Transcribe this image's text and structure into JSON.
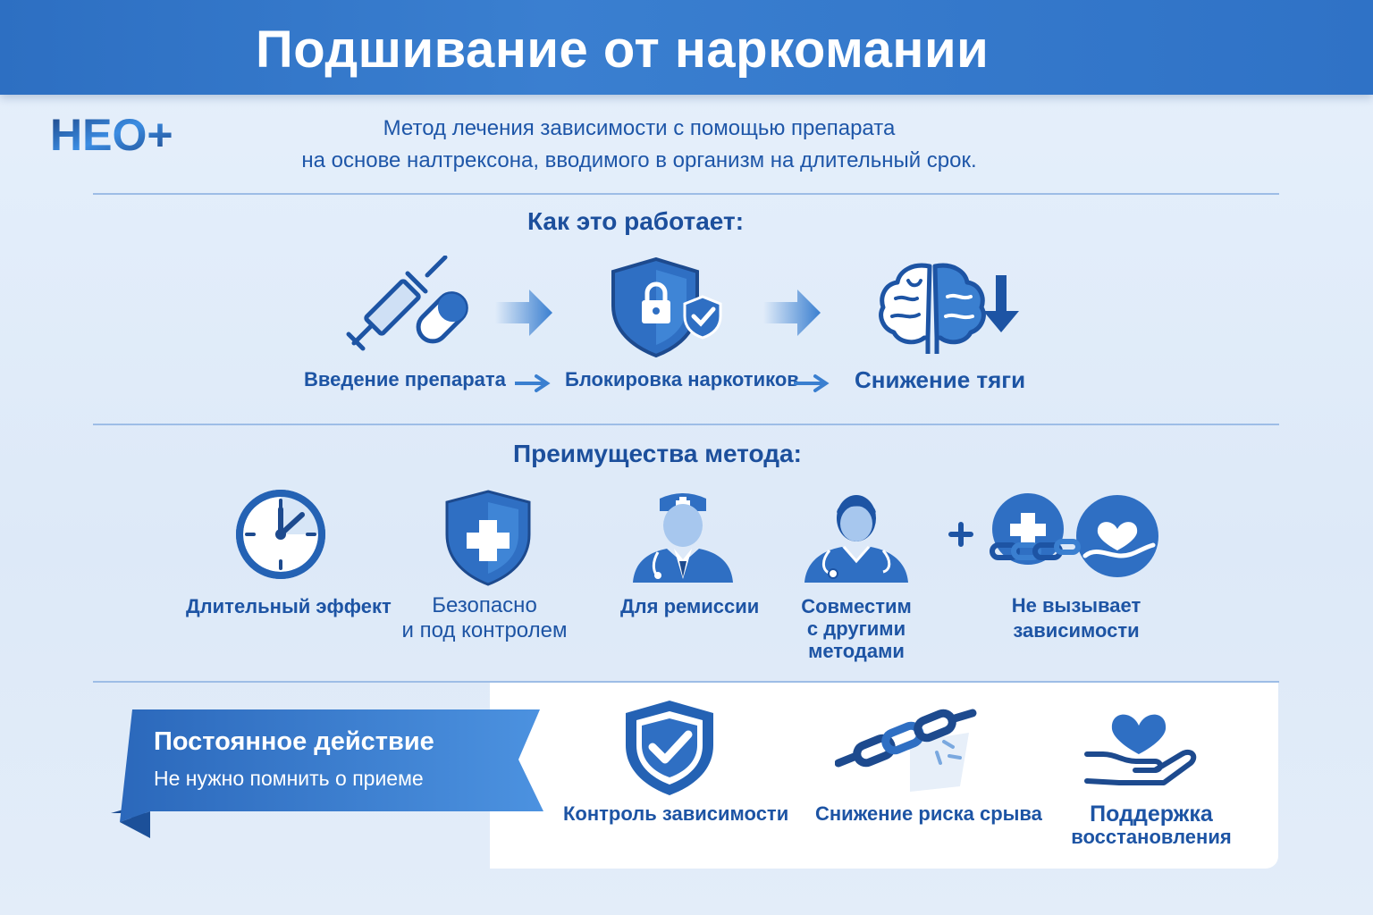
{
  "header": {
    "title": "Подшивание от наркомании"
  },
  "logo": {
    "text": "НЕО+"
  },
  "intro": {
    "line1": "Метод лечения зависимости с помощью препарата",
    "line2": "на основе налтрексона, вводимого в организм на длительный срок."
  },
  "how": {
    "title": "Как это работает:",
    "steps": [
      {
        "label": "Введение препарата",
        "icon": "syringe-pill-icon"
      },
      {
        "label": "Блокировка наркотиков",
        "icon": "shield-lock-icon"
      },
      {
        "label": "Снижение тяги",
        "icon": "brain-down-icon"
      }
    ]
  },
  "benefits": {
    "title": "Преимущества метода:",
    "items": [
      {
        "label": "Длительный эффект",
        "icon": "clock-icon"
      },
      {
        "line1": "Безопасно",
        "line2": "и под контролем",
        "icon": "shield-cross-icon"
      },
      {
        "label": "Для ремиссии",
        "icon": "doctor-icon"
      },
      {
        "line1": "Совместим",
        "line2": "с другими",
        "line3": "методами",
        "icon": "medic-icon"
      },
      {
        "line1": "Не вызывает",
        "line2": "зависимости",
        "icon": "cross-heart-icon"
      }
    ]
  },
  "bottom": {
    "ribbon_title": "Постоянное действие",
    "ribbon_sub": "Не нужно помнить о приеме",
    "items": [
      {
        "label": "Контроль зависимости",
        "icon": "shield-check-icon"
      },
      {
        "label": "Снижение риска срыва",
        "icon": "broken-chain-icon"
      },
      {
        "line1": "Поддержка",
        "line2": "восстановления",
        "icon": "hand-heart-icon"
      }
    ]
  },
  "colors": {
    "primary": "#1e56a8",
    "accent": "#3a7fd0",
    "light": "#dde9f8"
  }
}
